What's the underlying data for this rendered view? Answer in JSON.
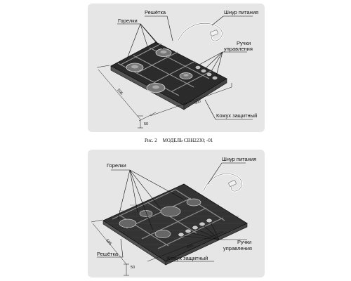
{
  "figure1": {
    "labels": {
      "grate": "Решётка",
      "burners": "Горелки",
      "power_cord": "Шнур питания",
      "knobs_line1": "Ручки",
      "knobs_line2": "управления",
      "cover": "Кожух защитный"
    },
    "dimensions": {
      "depth": "505",
      "width": "600",
      "height": "50"
    }
  },
  "caption": {
    "number": "Рис. 2",
    "text": "МОДЕЛЬ  СВН2230; -01"
  },
  "figure2": {
    "labels": {
      "burners": "Горелки",
      "power_cord": "Шнур питания",
      "knobs_line1": "Ручки",
      "knobs_line2": "управления",
      "grate": "Решётка",
      "cover": "Кожух защитный"
    },
    "dimensions": {
      "depth": "505",
      "width": "600",
      "height": "50"
    }
  },
  "colors": {
    "panel": "#e6e6e6",
    "hob": "#2e2e2e",
    "line": "#111111"
  }
}
